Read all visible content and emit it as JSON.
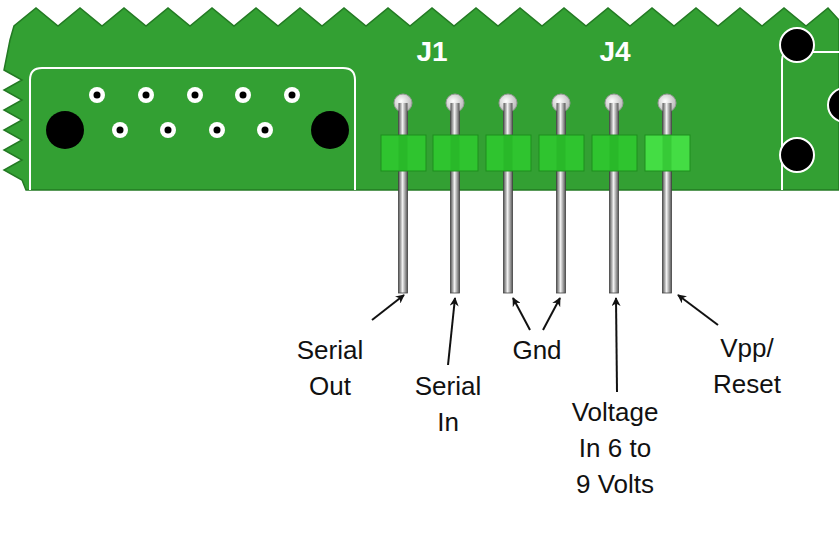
{
  "diagram": {
    "labels": [
      "J1",
      "J4",
      "Serial Out",
      "Serial In",
      "Gnd",
      "Voltage In 6 to 9 Volts",
      "Vpp/ Reset"
    ]
  }
}
